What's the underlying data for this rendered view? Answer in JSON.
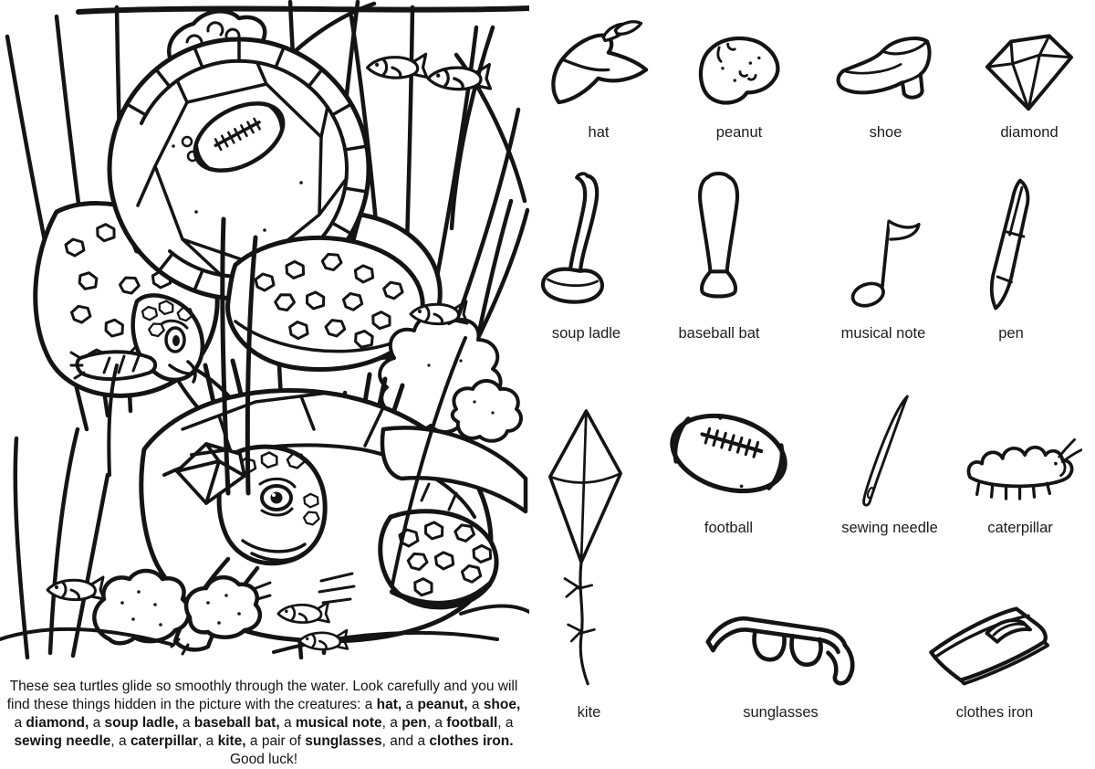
{
  "colors": {
    "ink": "#141414",
    "paper": "#ffffff"
  },
  "items": [
    {
      "id": "hat",
      "label": "hat"
    },
    {
      "id": "peanut",
      "label": "peanut"
    },
    {
      "id": "shoe",
      "label": "shoe"
    },
    {
      "id": "diamond",
      "label": "diamond"
    },
    {
      "id": "soup-ladle",
      "label": "soup ladle"
    },
    {
      "id": "baseball-bat",
      "label": "baseball bat"
    },
    {
      "id": "musical-note",
      "label": "musical note"
    },
    {
      "id": "pen",
      "label": "pen"
    },
    {
      "id": "kite",
      "label": "kite"
    },
    {
      "id": "football",
      "label": "football"
    },
    {
      "id": "sewing-needle",
      "label": "sewing needle"
    },
    {
      "id": "caterpillar",
      "label": "caterpillar"
    },
    {
      "id": "sunglasses",
      "label": "sunglasses"
    },
    {
      "id": "clothes-iron",
      "label": "clothes iron"
    }
  ],
  "caption": {
    "segments": [
      {
        "text": "These sea turtles glide so smoothly through the water. Look carefully and you will find these things hidden in the picture with the creatures: a ",
        "bold": false
      },
      {
        "text": "hat,",
        "bold": true
      },
      {
        "text": " a ",
        "bold": false
      },
      {
        "text": "peanut,",
        "bold": true
      },
      {
        "text": " a ",
        "bold": false
      },
      {
        "text": "shoe,",
        "bold": true
      },
      {
        "text": " a ",
        "bold": false
      },
      {
        "text": "diamond,",
        "bold": true
      },
      {
        "text": " a ",
        "bold": false
      },
      {
        "text": "soup ladle,",
        "bold": true
      },
      {
        "text": " a ",
        "bold": false
      },
      {
        "text": "baseball bat,",
        "bold": true
      },
      {
        "text": " a ",
        "bold": false
      },
      {
        "text": "musical note",
        "bold": true
      },
      {
        "text": ", a ",
        "bold": false
      },
      {
        "text": "pen",
        "bold": true
      },
      {
        "text": ", a ",
        "bold": false
      },
      {
        "text": "football",
        "bold": true
      },
      {
        "text": ", a ",
        "bold": false
      },
      {
        "text": "sewing needle",
        "bold": true
      },
      {
        "text": ", a ",
        "bold": false
      },
      {
        "text": "caterpillar",
        "bold": true
      },
      {
        "text": ", a ",
        "bold": false
      },
      {
        "text": "kite,",
        "bold": true
      },
      {
        "text": " a pair of ",
        "bold": false
      },
      {
        "text": "sunglasses",
        "bold": true
      },
      {
        "text": ", and a ",
        "bold": false
      },
      {
        "text": "clothes iron.",
        "bold": true
      },
      {
        "text": " Good luck!",
        "bold": false
      }
    ]
  }
}
